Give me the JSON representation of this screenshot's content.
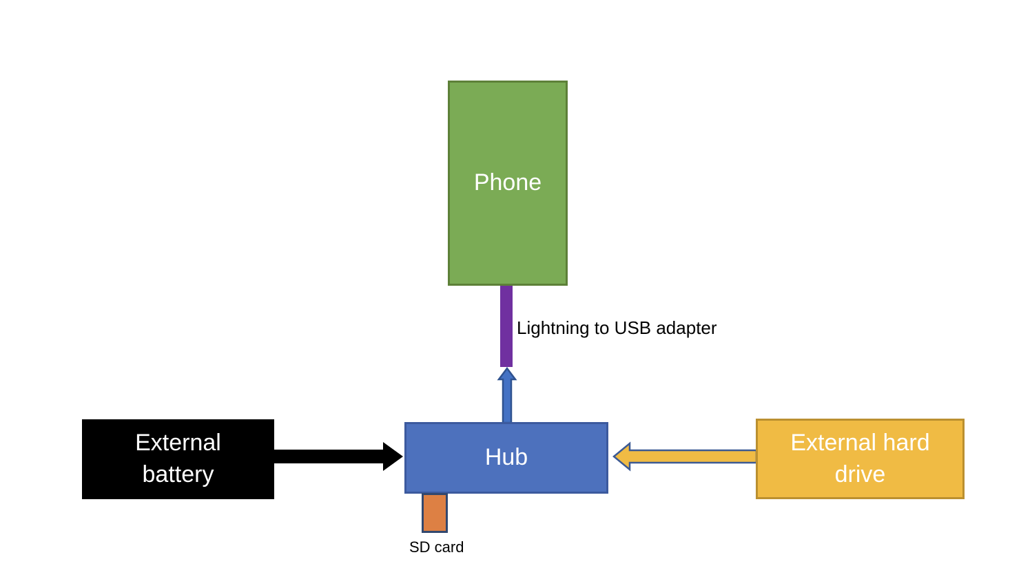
{
  "diagram": {
    "background_color": "#FFFFFF",
    "nodes": {
      "phone": {
        "label": "Phone",
        "fill": "#7BAB55",
        "border_color": "#5D8038",
        "text_color": "#FFFFFF"
      },
      "hub": {
        "label": "Hub",
        "fill": "#4D71BD",
        "border_color": "#3C5A9E",
        "text_color": "#FFFFFF"
      },
      "external_battery": {
        "label": "External battery",
        "fill": "#000000",
        "text_color": "#FFFFFF"
      },
      "external_hard_drive": {
        "label": "External hard drive",
        "fill": "#F0BB44",
        "border_color": "#BB9030",
        "text_color": "#FFFFFF"
      },
      "sd_card": {
        "label": "SD card",
        "fill": "#DD8044",
        "border_color": "#32486F",
        "label_color": "#000000"
      },
      "lightning_adapter": {
        "label": "Lightning to USB adapter",
        "fill": "#7030A0",
        "label_color": "#000000"
      }
    },
    "connectors": [
      {
        "name": "battery-to-hub",
        "direction": "right",
        "from": "external_battery",
        "to": "hub",
        "fill": "#000000",
        "stroke": "none"
      },
      {
        "name": "hub-to-phone-adapter",
        "direction": "up",
        "from": "hub",
        "to": "lightning_adapter",
        "fill": "#4472C4",
        "stroke": "#2F528F"
      },
      {
        "name": "hard-drive-to-hub",
        "direction": "left",
        "from": "external_hard_drive",
        "to": "hub",
        "fill": "#F0BB44",
        "stroke": "#3C5A94"
      }
    ]
  }
}
